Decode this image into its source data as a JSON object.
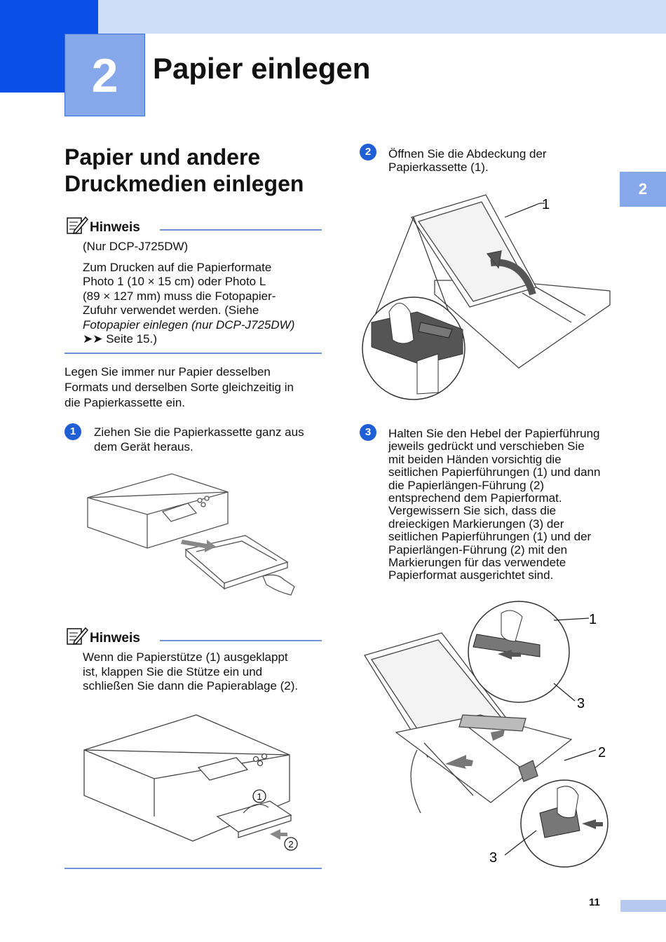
{
  "header": {
    "chapter_number": "2",
    "chapter_title": "Papier einlegen",
    "side_tab": "2"
  },
  "section": {
    "title_line1": "Papier und andere",
    "title_line2": "Druckmedien einlegen"
  },
  "note1": {
    "heading": "Hinweis",
    "line1": "(Nur DCP-J725DW)",
    "p_line1": "Zum Drucken auf die Papierformate",
    "p_line2": "Photo 1 (10 × 15 cm) oder Photo L",
    "p_line3": "(89 × 127 mm) muss die Fotopapier-",
    "p_line4": "Zufuhr verwendet werden. (Siehe",
    "p_line5_italic": "Fotopapier einlegen (nur DCP-J725DW)",
    "p_line6": "➤➤ Seite 15.)"
  },
  "intro": {
    "line1": "Legen Sie immer nur Papier desselben",
    "line2": "Formats und derselben Sorte gleichzeitig in",
    "line3": "die Papierkassette ein."
  },
  "step1": {
    "number": "1",
    "line1": "Ziehen Sie die Papierkassette ganz aus",
    "line2": "dem Gerät heraus."
  },
  "note2": {
    "heading": "Hinweis",
    "line1": "Wenn die Papierstütze (1) ausgeklappt",
    "line2": "ist, klappen Sie die Stütze ein und",
    "line3": "schließen Sie dann die Papierablage (2)."
  },
  "step2": {
    "number": "2",
    "line1": "Öffnen Sie die Abdeckung der",
    "line2": "Papierkassette (1)."
  },
  "step3": {
    "number": "3",
    "lines": [
      "Halten Sie den Hebel der Papierführung",
      "jeweils gedrückt und verschieben Sie",
      "mit beiden Händen vorsichtig die",
      "seitlichen Papierführungen (1) und dann",
      "die Papierlängen-Führung (2)",
      "entsprechend dem Papierformat.",
      "Vergewissern Sie sich, dass die",
      "dreieckigen Markierungen (3) der",
      "seitlichen Papierführungen (1) und der",
      "Papierlängen-Führung (2) mit den",
      "Markierungen für das verwendete",
      "Papierformat ausgerichtet sind."
    ]
  },
  "figures": {
    "fig_cover_label": "1",
    "fig_printer2_label1": "1",
    "fig_printer2_label2": "2",
    "fig_guides_label1": "1",
    "fig_guides_label2": "2",
    "fig_guides_label3a": "3",
    "fig_guides_label3b": "3"
  },
  "footer": {
    "page_number": "11"
  },
  "colors": {
    "accent": "#1f5fd6",
    "band": "#cfdcf7",
    "corner": "#0a4fe6",
    "chapter_box": "#86a8ea",
    "rule": "#6f93d8"
  }
}
